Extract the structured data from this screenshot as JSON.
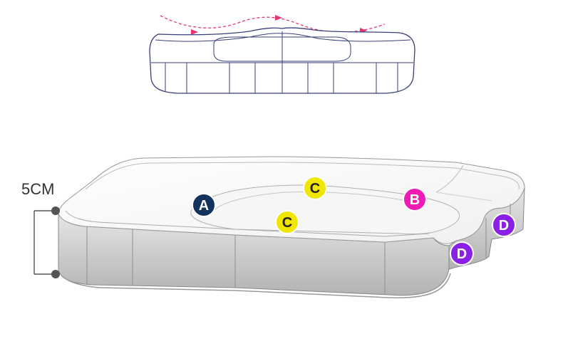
{
  "dimension": {
    "label": "5CM"
  },
  "markers": [
    {
      "id": "A",
      "label": "A",
      "color": "#13325c",
      "text_color": "#ffffff"
    },
    {
      "id": "C1",
      "label": "C",
      "color": "#f0e600",
      "text_color": "#222222"
    },
    {
      "id": "B",
      "label": "B",
      "color": "#ee1bb6",
      "text_color": "#ffffff"
    },
    {
      "id": "C2",
      "label": "C",
      "color": "#f0e600",
      "text_color": "#222222"
    },
    {
      "id": "D1",
      "label": "D",
      "color": "#8a1fe6",
      "text_color": "#ffffff"
    },
    {
      "id": "D2",
      "label": "D",
      "color": "#8a1fe6",
      "text_color": "#ffffff"
    }
  ],
  "colors": {
    "flow_arrow": "#e8356d",
    "wireframe": "#3a3f7a",
    "cushion_side": "#cfcfcf",
    "cushion_top": "#ffffff"
  }
}
